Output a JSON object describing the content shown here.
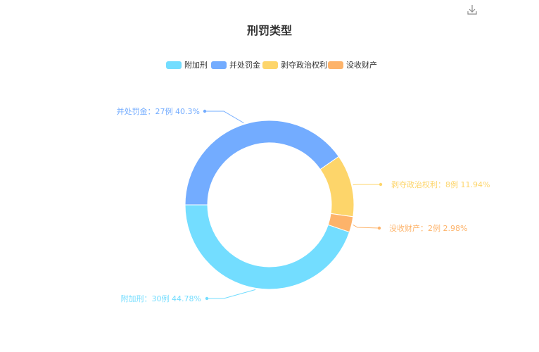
{
  "toolbar": {
    "download_icon": "download-icon"
  },
  "chart_data": {
    "type": "pie",
    "variant": "donut",
    "title": "刑罚类型",
    "legend_position": "top-center",
    "slices": [
      {
        "name": "附加刑",
        "value": 30,
        "percent": "44.78%",
        "label": "附加刑：30例  44.78%",
        "color": "#73ddff"
      },
      {
        "name": "并处罚金",
        "value": 27,
        "percent": "40.3%",
        "label": "并处罚金：27例  40.3%",
        "color": "#73acff"
      },
      {
        "name": "剥夺政治权利",
        "value": 8,
        "percent": "11.94%",
        "label": "剥夺政治权利：8例  11.94%",
        "color": "#fdd56a"
      },
      {
        "name": "没收财产",
        "value": 2,
        "percent": "2.98%",
        "label": "没收财产：2例  2.98%",
        "color": "#fdb36a"
      }
    ]
  }
}
